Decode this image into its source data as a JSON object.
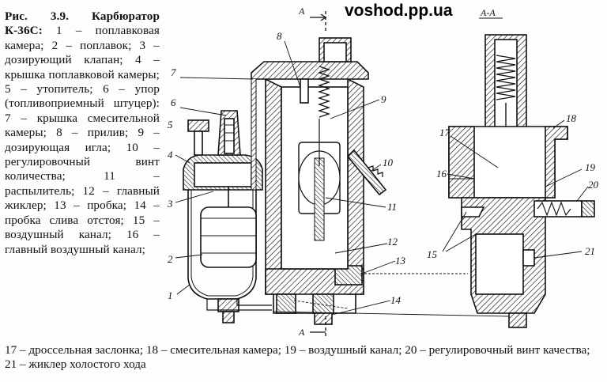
{
  "watermark": "voshod.pp.ua",
  "caption": {
    "fig_label": "Рис. 3.9. Карбюратор К-36С:",
    "text": " 1 – поплавковая камера; 2 – поплавок; 3 – дозирующий клапан; 4 – крышка поплавковой камеры; 5 – утопитель; 6 – упор (топливоприемный штуцер): 7 – крышка смесительной камеры; 8 – прилив; 9 – дозирующая игла; 10 – регулировочный винт количества; 11 – распылитель; 12 – главный жиклер; 13 – пробка; 14 – пробка слива отстоя; 15 – воздушный канал; 16 – главный воздушный канал;",
    "continuation": "17 – дроссельная заслонка; 18 – смесительная камера; 19 – воздушный канал; 20 – регулировочный винт качества; 21 – жиклер холостого хода"
  },
  "section": {
    "top_label": "А",
    "bottom_label": "А",
    "view_title": "А-А"
  },
  "callouts": {
    "c1": "1",
    "c2": "2",
    "c3": "3",
    "c4": "4",
    "c5": "5",
    "c6": "6",
    "c7": "7",
    "c8": "8",
    "c9": "9",
    "c10": "10",
    "c11": "11",
    "c12": "12",
    "c13": "13",
    "c14": "14",
    "c15": "15",
    "c16": "16",
    "c17": "17",
    "c18": "18",
    "c19": "19",
    "c20": "20",
    "c21": "21"
  }
}
